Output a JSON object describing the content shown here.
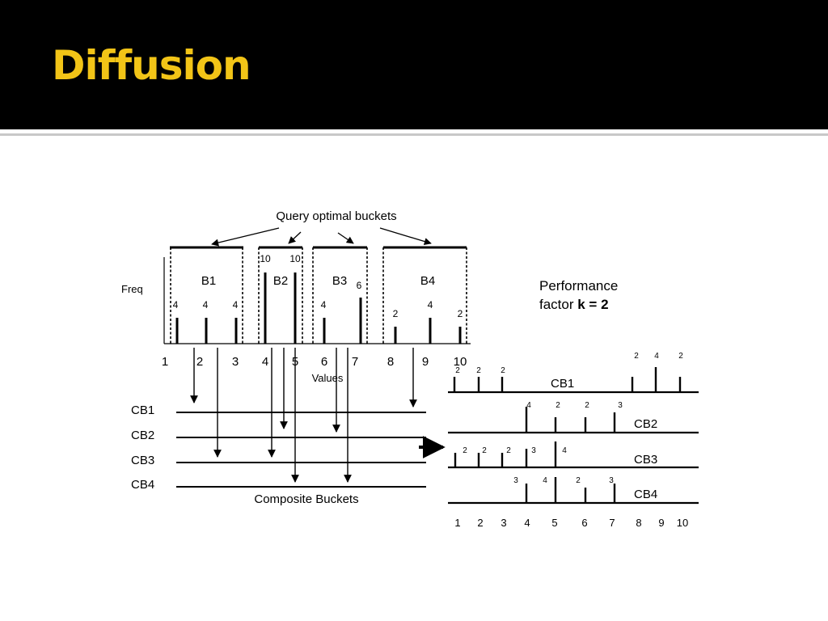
{
  "slide": {
    "title": "Diffusion",
    "title_color": "#f2c417",
    "background": "#000000"
  },
  "diagram": {
    "top_label": "Query optimal buckets",
    "freq_label": "Freq",
    "values_label": "Values",
    "composite_label": "Composite Buckets",
    "performance_line1": "Performance",
    "performance_line2_prefix": "factor ",
    "performance_k": "k = 2",
    "buckets": [
      "B1",
      "B2",
      "B3",
      "B4"
    ],
    "x_ticks": [
      "1",
      "2",
      "3",
      "4",
      "5",
      "6",
      "7",
      "8",
      "9",
      "10"
    ],
    "histogram_counts": [
      "4",
      "4",
      "4",
      "10",
      "10",
      "4",
      "6",
      "2",
      "4",
      "2"
    ],
    "composite_names": [
      "CB1",
      "CB2",
      "CB3",
      "CB4"
    ],
    "right_ticks": [
      "1",
      "2",
      "3",
      "4",
      "5",
      "6",
      "7",
      "8",
      "9",
      "10"
    ],
    "right_rows": [
      {
        "name": "CB1",
        "counts": [
          "2",
          "2",
          "2",
          "2",
          "4",
          "2"
        ]
      },
      {
        "name": "CB2",
        "counts": [
          "4",
          "2",
          "2",
          "3"
        ]
      },
      {
        "name": "CB3",
        "counts": [
          "2",
          "2",
          "2",
          "3",
          "4"
        ]
      },
      {
        "name": "CB4",
        "counts": [
          "3",
          "4",
          "2",
          "3"
        ]
      }
    ]
  }
}
